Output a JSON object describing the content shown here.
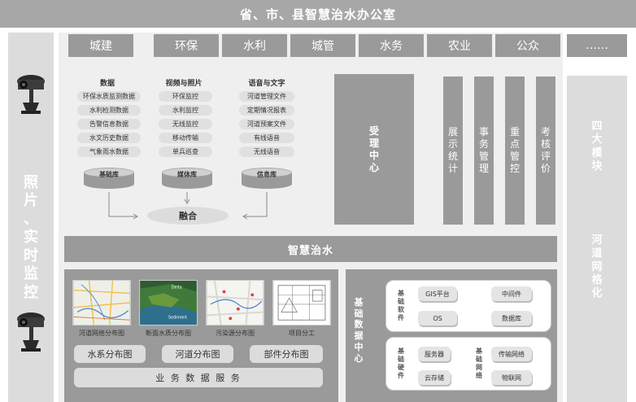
{
  "title": "省、市、县智慧治水办公室",
  "left_panel": {
    "label_chars": [
      "照",
      "片",
      "、",
      "实",
      "时",
      "监",
      "控"
    ]
  },
  "sectors": [
    "城建",
    "环保",
    "水利",
    "城管",
    "水务",
    "农业",
    "公众",
    "……"
  ],
  "data_columns": [
    {
      "title": "数据",
      "items": [
        "环保水质监测数据",
        "水利检测数据",
        "告警信息数据",
        "水文历史数据",
        "气象雨水数据"
      ],
      "db": "基础库"
    },
    {
      "title": "视频与照片",
      "items": [
        "环保监控",
        "水利监控",
        "无线监控",
        "移动传输",
        "单兵巡查"
      ],
      "db": "媒体库"
    },
    {
      "title": "语音与文字",
      "items": [
        "河道管理文件",
        "定期情况报表",
        "河道预案文件",
        "有线语音",
        "无线语音"
      ],
      "db": "信息库"
    }
  ],
  "fusion_label": "融合",
  "center_box": [
    "受",
    "理",
    "中",
    "心"
  ],
  "function_columns": [
    [
      "展",
      "示",
      "统",
      "计"
    ],
    [
      "事",
      "务",
      "管",
      "理"
    ],
    [
      "重",
      "点",
      "管",
      "控"
    ],
    [
      "考",
      "核",
      "评",
      "价"
    ]
  ],
  "right_panel": {
    "top_label": [
      "四",
      "大",
      "模",
      "块"
    ],
    "bottom_label": [
      "河",
      "道",
      "网",
      "格",
      "化"
    ]
  },
  "smart_bar": "智慧治水",
  "thumbnails": [
    "河道网络分布图",
    "断面水质分布图",
    "污染源分布图",
    "项目分工"
  ],
  "map_buttons": [
    "水系分布图",
    "河道分布图",
    "部件分布图"
  ],
  "service_bar": "业 务 数 据 服 务",
  "data_center": {
    "title_chars": [
      "基",
      "础",
      "数",
      "据",
      "中",
      "心"
    ],
    "software_label": [
      "基",
      "础",
      "软",
      "件"
    ],
    "software_items": [
      "GIS平台",
      "中间件",
      "OS",
      "数据库"
    ],
    "hardware_label": [
      "基",
      "础",
      "硬",
      "件"
    ],
    "hardware_items": [
      "服务器",
      "云存储"
    ],
    "network_label": [
      "基",
      "础",
      "网",
      "络"
    ],
    "network_items": [
      "传输网络",
      "物联网"
    ]
  },
  "thumb_map_labels": {
    "delta": "Delta",
    "sediment": "Sediment"
  },
  "colors": {
    "dark": "#9a9a9a",
    "panel": "#efefef",
    "side": "#dcdcdc"
  }
}
